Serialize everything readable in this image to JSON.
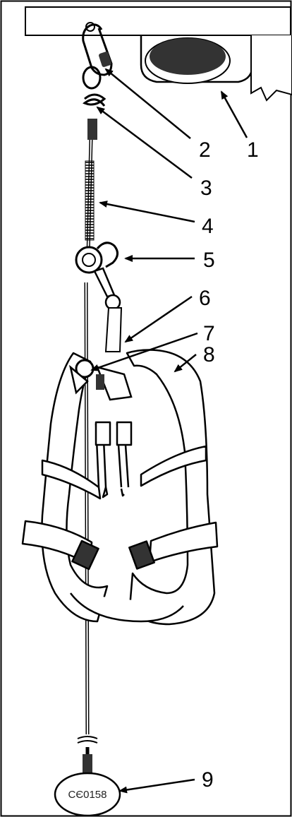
{
  "figure": {
    "callouts": [
      "1",
      "2",
      "3",
      "4",
      "5",
      "6",
      "7",
      "8",
      "9"
    ],
    "tag_marking": "CЄ0158"
  },
  "colors": {
    "ink": "#000000",
    "dark_fill": "#333333",
    "paper": "#ffffff"
  }
}
